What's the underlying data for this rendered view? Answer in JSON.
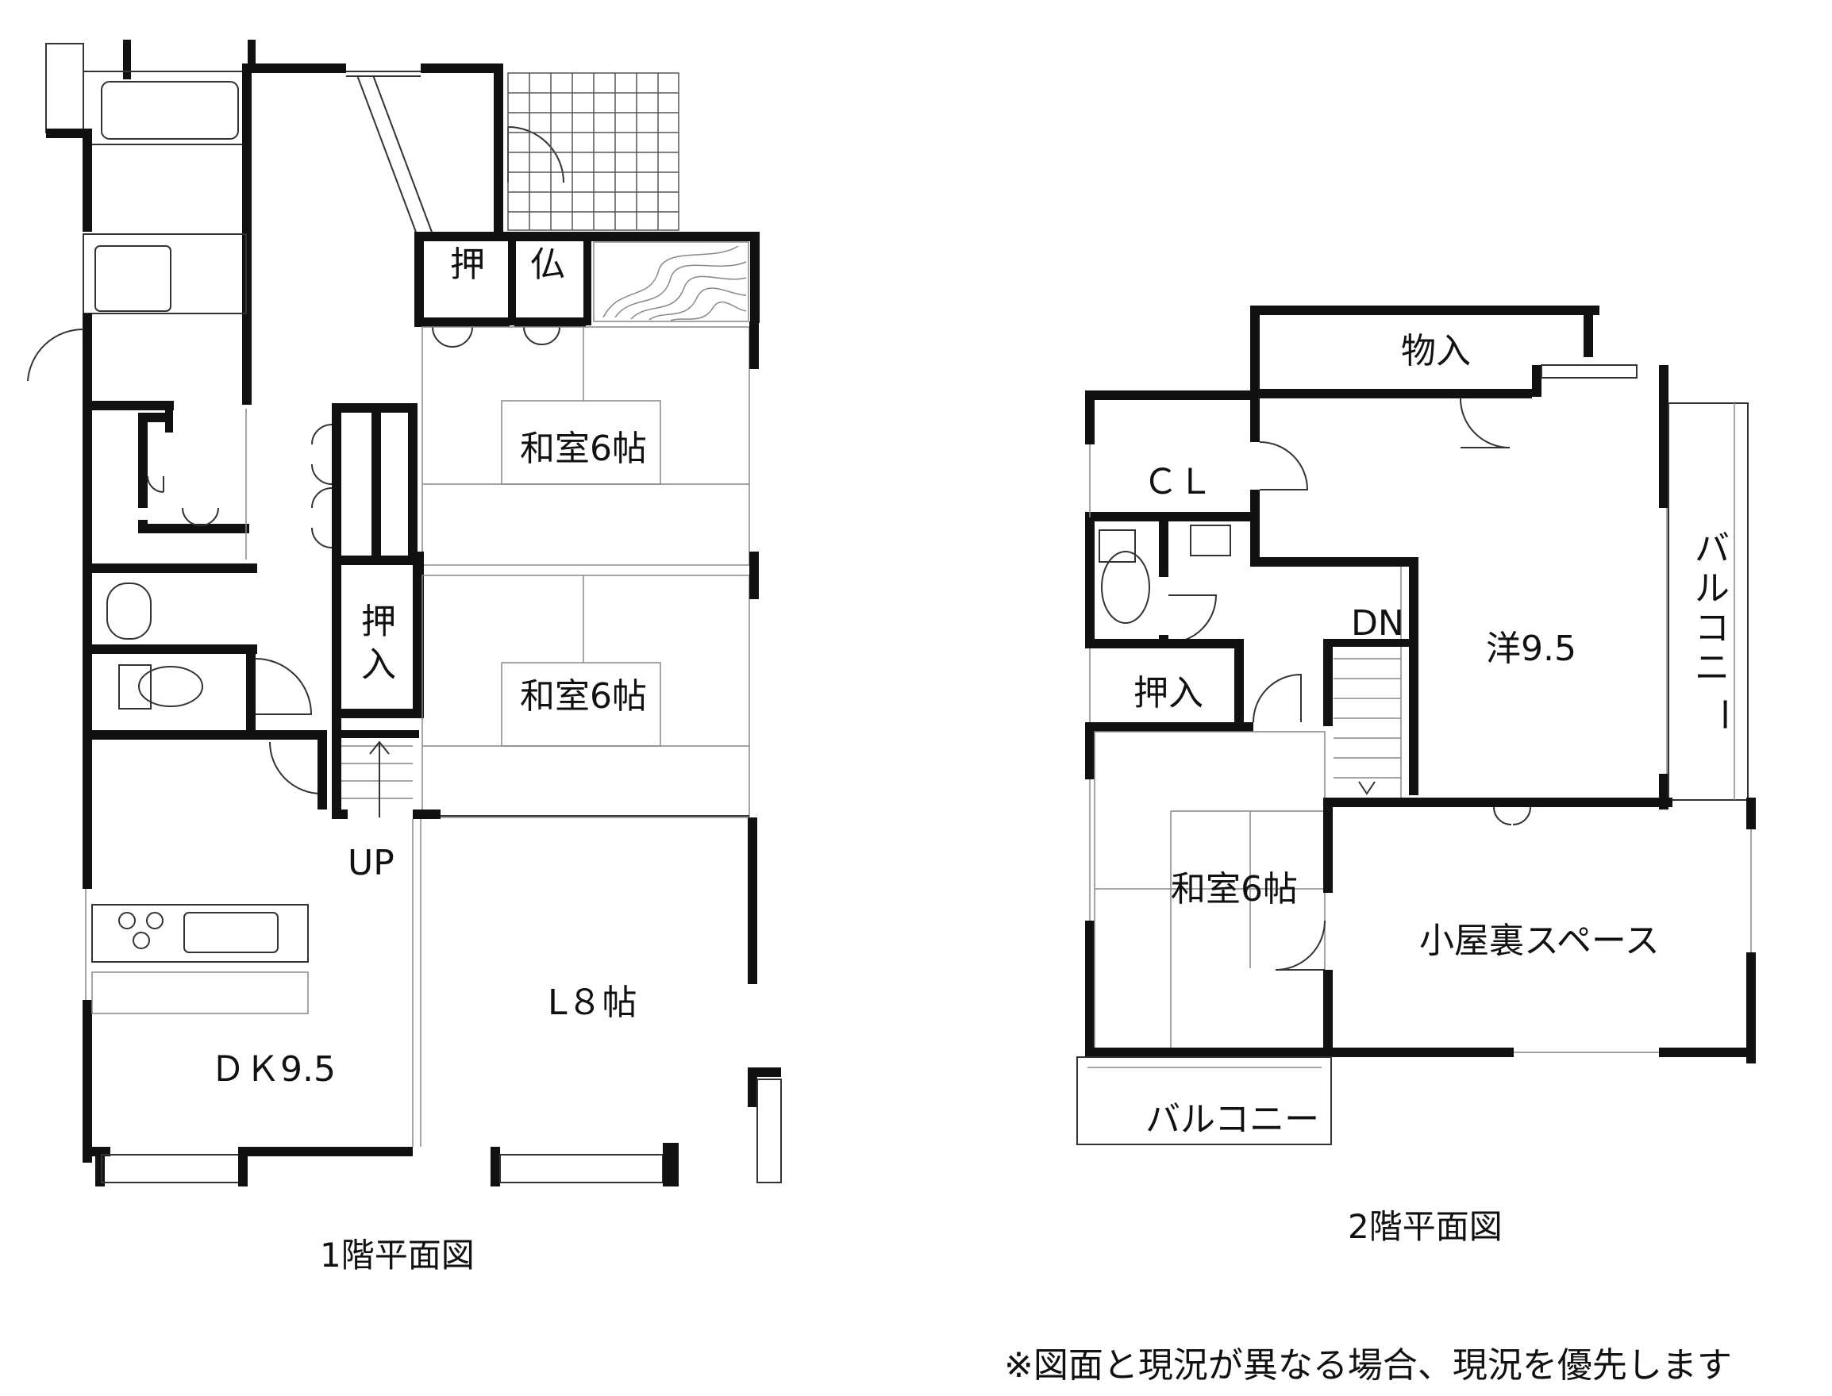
{
  "floor1": {
    "caption": "1階平面図",
    "rooms": {
      "washitsu_upper": "和室6帖",
      "washitsu_middle": "和室6帖",
      "living": "L８帖",
      "dining_kitchen": "ＤＫ9.5"
    },
    "closets": {
      "oshi": "押",
      "butsudan": "仏",
      "oshiire_char1": "押",
      "oshiire_char2": "入"
    },
    "stairs": "UP"
  },
  "floor2": {
    "caption": "2階平面図",
    "rooms": {
      "storage": "物入",
      "closet": "ＣＬ",
      "western": "洋9.5",
      "oshiire": "押入",
      "washitsu": "和室6帖",
      "attic": "小屋裏スペース",
      "balcony_bottom": "バルコニー",
      "balcony_side": [
        "バ",
        "ル",
        "コ",
        "ニ",
        "ー"
      ]
    },
    "stairs": "DN"
  },
  "note": "※図面と現況が異なる場合、現況を優先します"
}
